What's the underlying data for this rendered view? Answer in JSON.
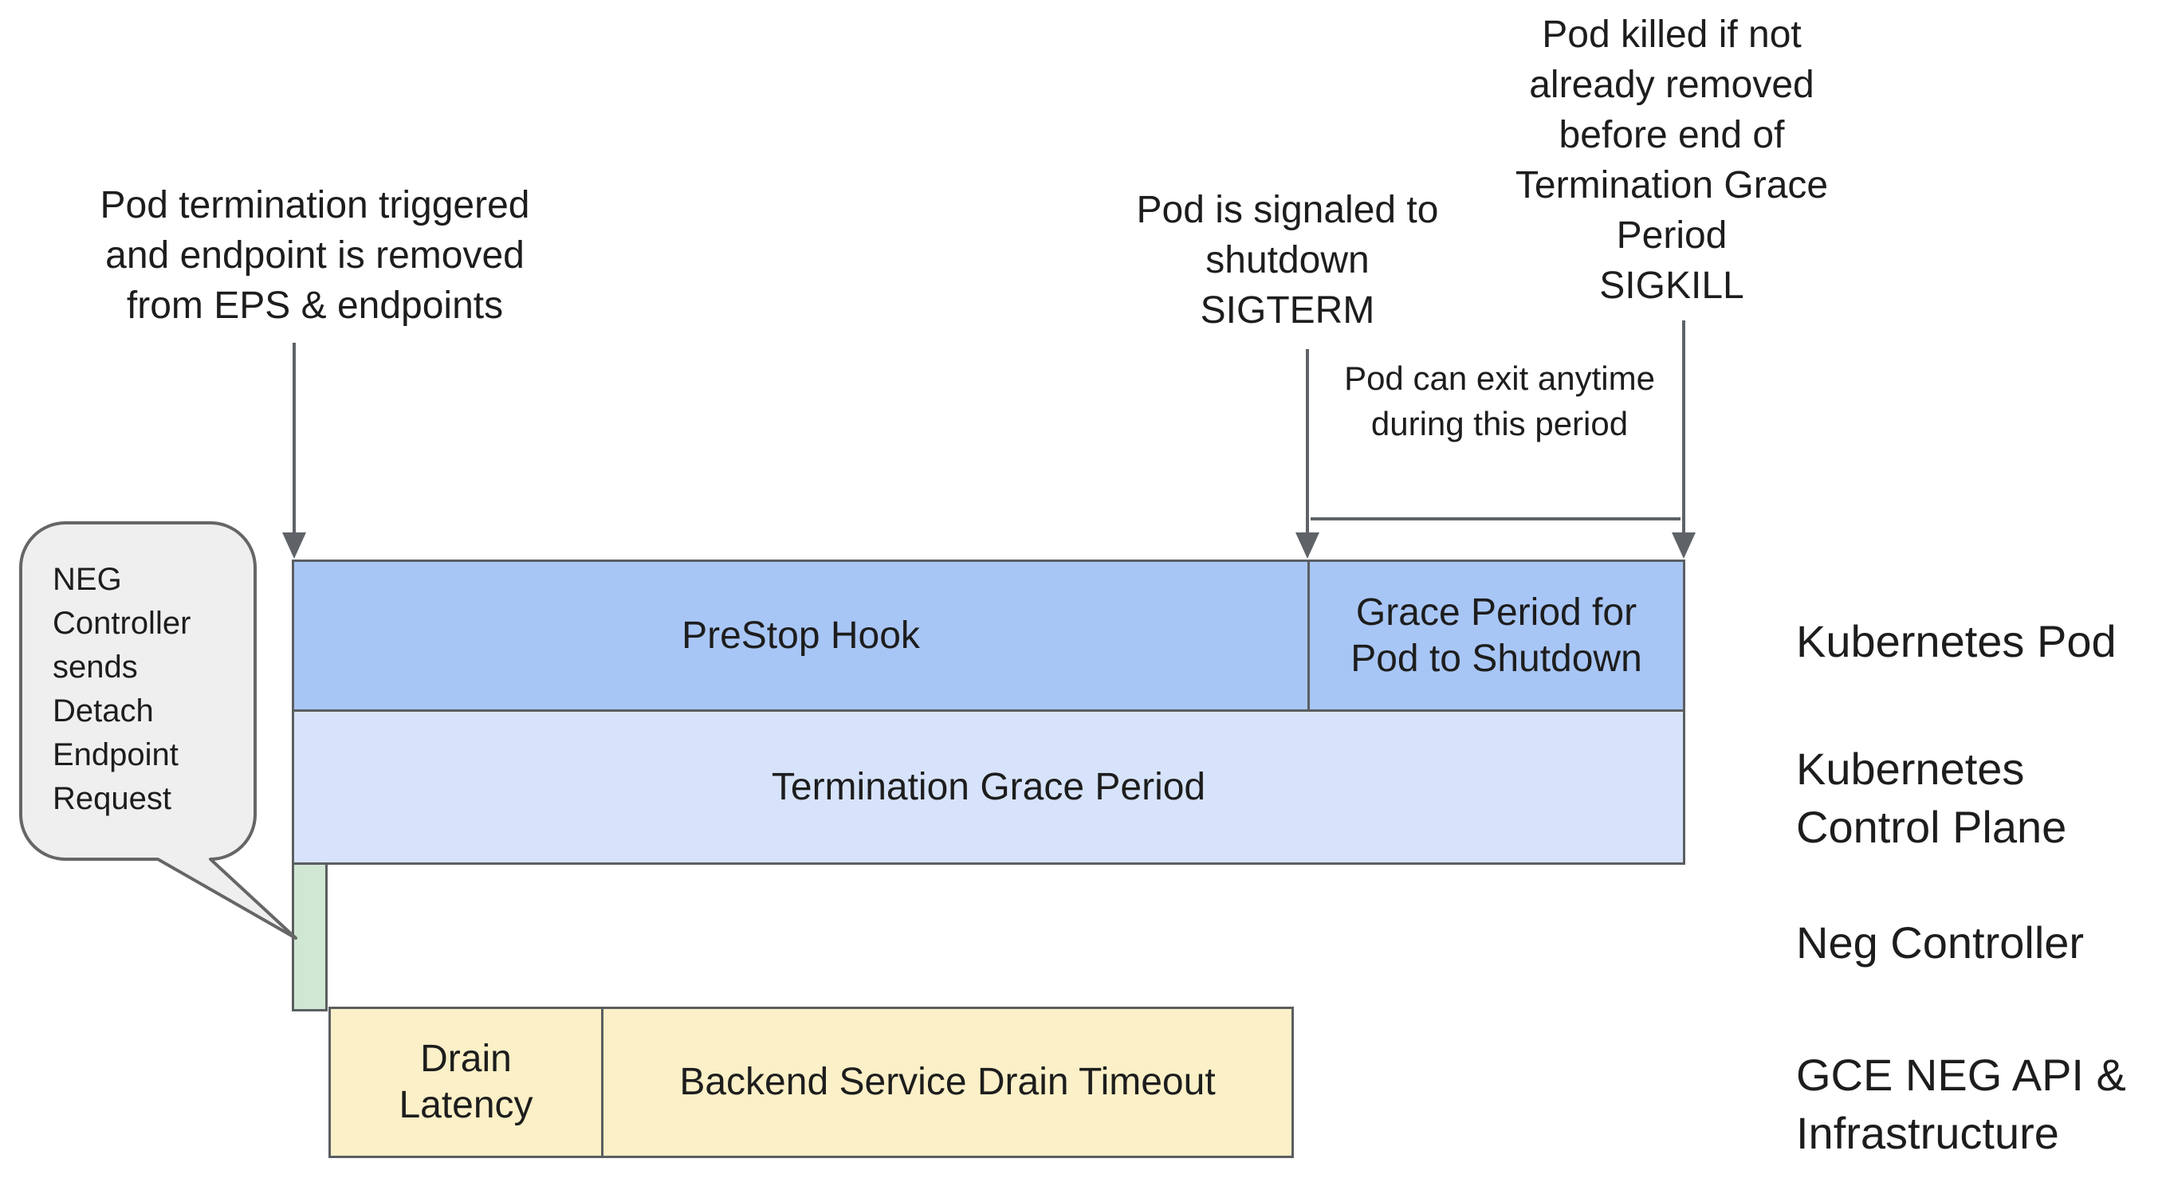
{
  "annotations": {
    "pod_termination": {
      "lines": [
        "Pod termination triggered",
        "and endpoint is removed",
        "from EPS & endpoints"
      ]
    },
    "sigterm": {
      "lines": [
        "Pod is signaled to",
        "shutdown",
        "SIGTERM"
      ]
    },
    "sigkill": {
      "lines": [
        "Pod killed if not",
        "already removed",
        "before end of",
        "Termination Grace",
        "Period",
        "SIGKILL"
      ]
    },
    "pod_exit_note": {
      "lines": [
        "Pod can exit anytime",
        "during this period"
      ]
    }
  },
  "speech_bubble": {
    "lines": [
      "NEG",
      "Controller",
      "sends",
      "Detach",
      "Endpoint",
      "Request"
    ]
  },
  "bars": {
    "prestop_hook": {
      "label": "PreStop Hook"
    },
    "grace_period": {
      "lines": [
        "Grace Period for",
        "Pod to Shutdown"
      ]
    },
    "termination_grace_period": {
      "label": "Termination Grace Period"
    },
    "drain_latency": {
      "lines": [
        "Drain",
        "Latency"
      ]
    },
    "backend_drain_timeout": {
      "label": "Backend Service Drain Timeout"
    }
  },
  "row_labels": {
    "kubernetes_pod": "Kubernetes Pod",
    "kubernetes_control_plane": {
      "lines": [
        "Kubernetes",
        "Control Plane"
      ]
    },
    "neg_controller": "Neg Controller",
    "gce_neg": {
      "lines": [
        "GCE NEG API &",
        "Infrastructure"
      ]
    }
  },
  "colors": {
    "bar_blue": "#a8c6f5",
    "bar_light_blue": "#d6e3fa",
    "bar_green": "#cfe7d3",
    "bar_yellow": "#fbf0c7",
    "bubble_fill": "#efefef",
    "line_gray": "#5f6368",
    "border_gray": "#5b5e61"
  }
}
